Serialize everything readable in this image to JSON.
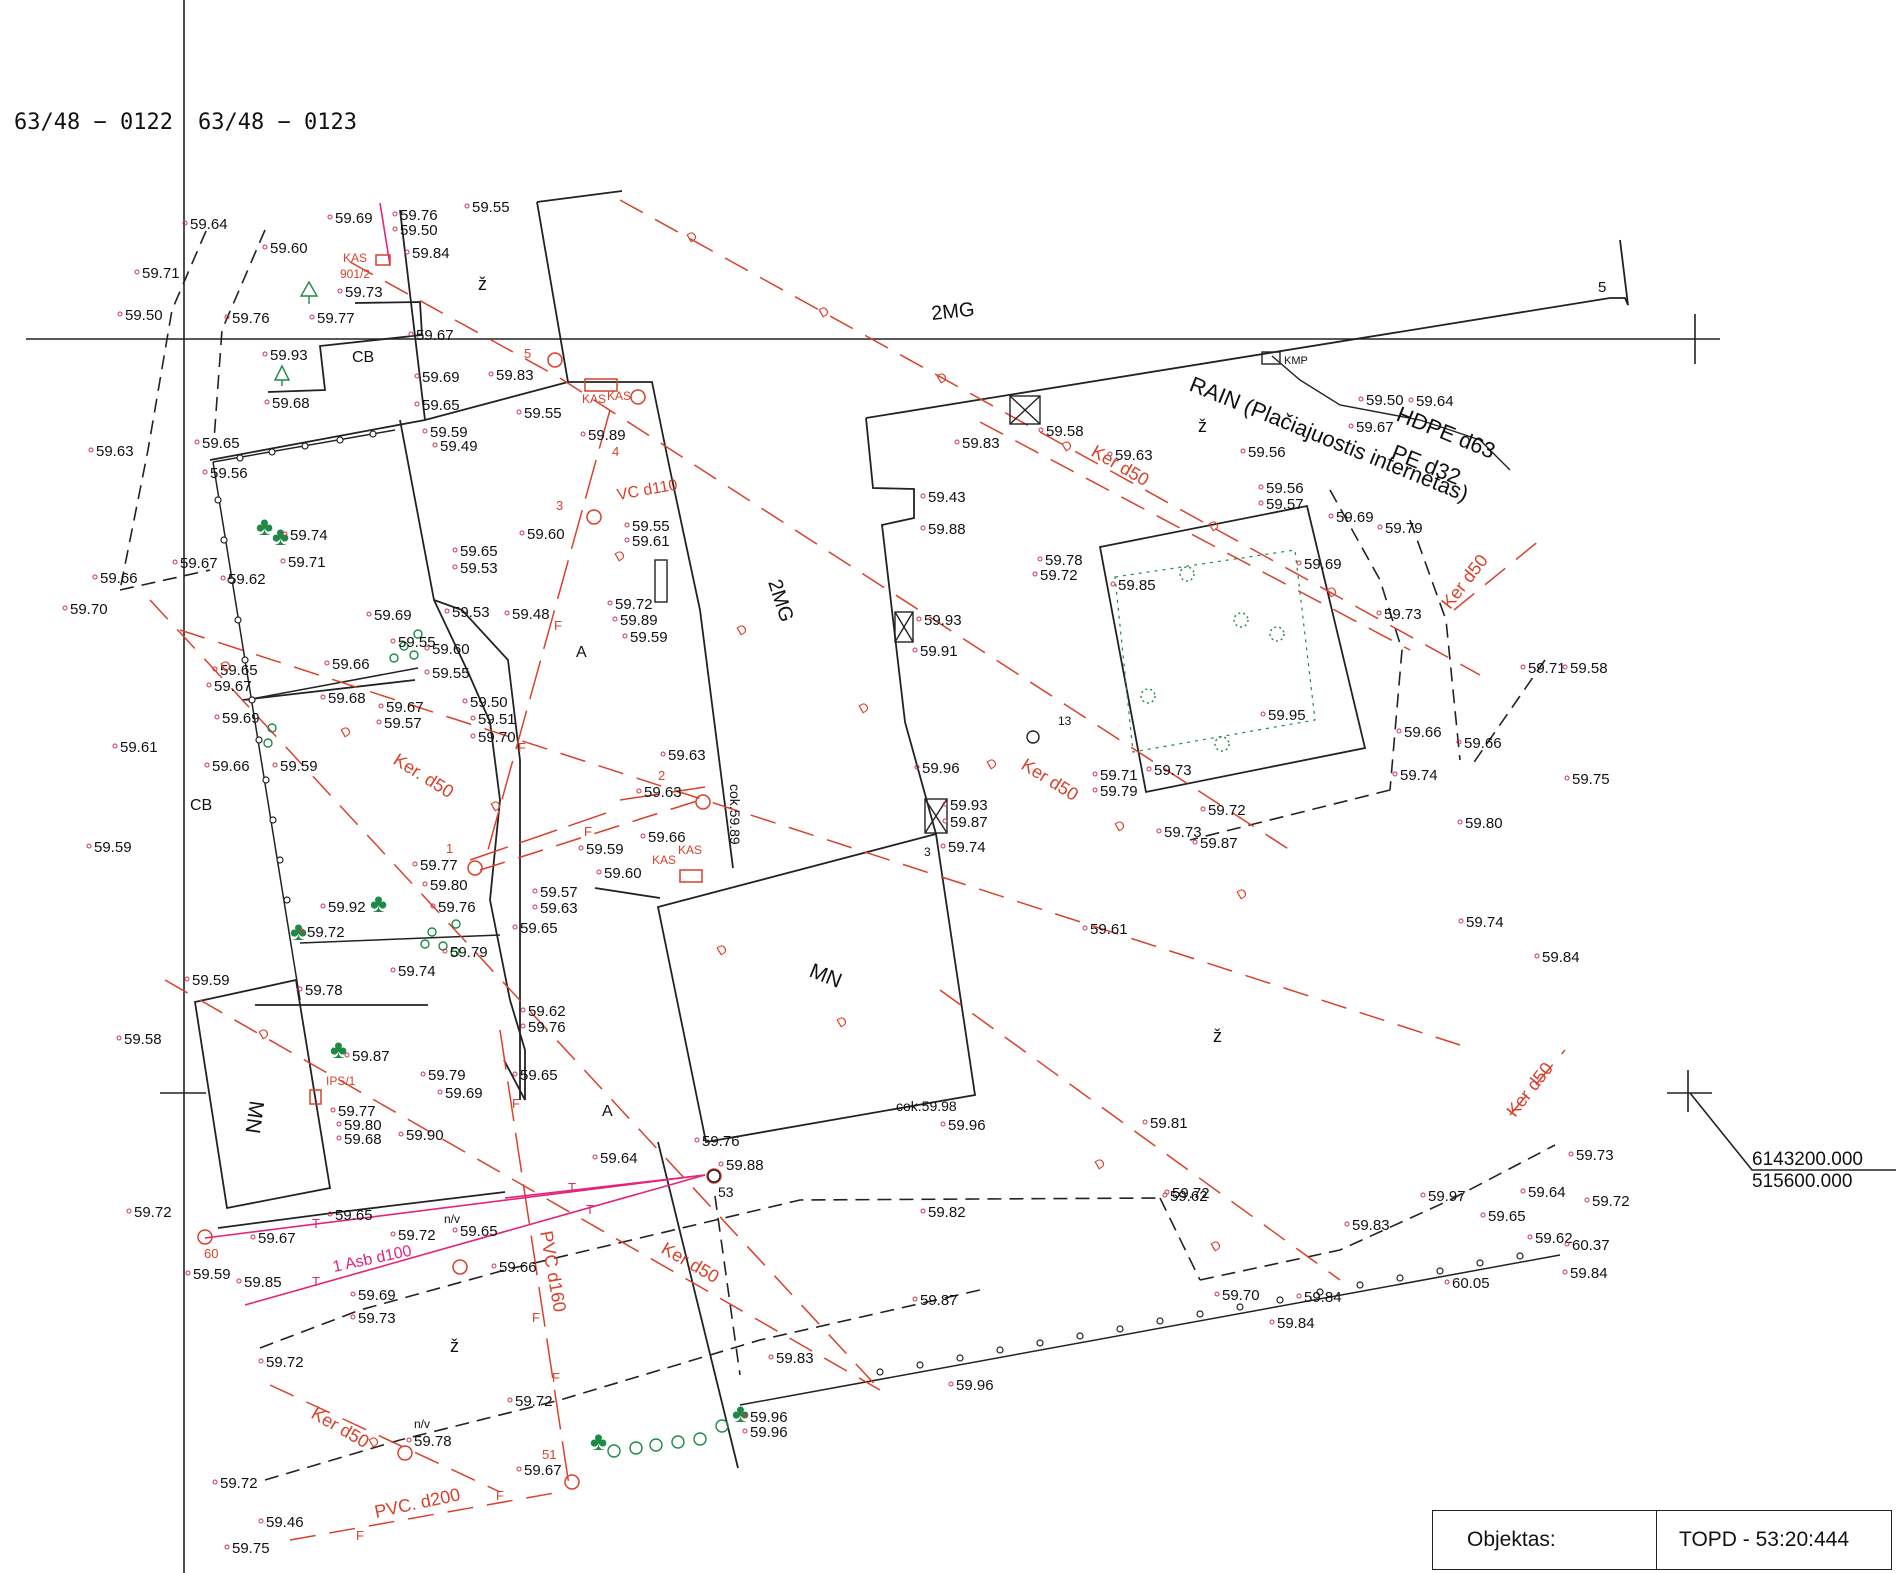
{
  "sheet": {
    "left_sheet": "63/48 − 0122",
    "right_sheet": "63/48 − 0123",
    "coords_north": "6143200.000",
    "coords_east": "515600.000"
  },
  "title_block": {
    "label": "Objektas:",
    "value": "TOPD - 53:20:444"
  },
  "colors": {
    "ink": "#222222",
    "utility_red": "#d9412b",
    "telecom_magenta": "#e2247a",
    "vegetation_green": "#1e8a45",
    "point_red": "#c8384a"
  },
  "feature_labels": {
    "road_2mg_top": "2MG",
    "road_2mg_mid": "2MG",
    "building_mn_main": "MN",
    "building_mn_left": "MN",
    "cb_top": "CB",
    "cb_left": "CB",
    "area_a_1": "A",
    "area_a_2": "A",
    "ker_d50": "Ker d50",
    "ker_dot_d50": "Ker. d50",
    "pvc_d160": "PVC d160",
    "pvc_d200": "PVC. d200",
    "vc_d110": "VC d110",
    "asb_d100": "1 Asb d100",
    "hdpe_d63": "HDPE d63",
    "pe_d32": "PE d32",
    "rain": "RAIN (Plačiajuostis internetas)",
    "kmp": "KMP",
    "kas": "KAS",
    "ips": "IPS/1",
    "node_901": "901/2",
    "cok_1": "cok.59.89",
    "cok_2": "cok.59.98"
  },
  "markers": {
    "d": "D",
    "f": "F",
    "t": "T",
    "z": "ž",
    "n1": "1",
    "n2": "2",
    "n3": "3",
    "n4": "4",
    "n5": "5",
    "n13": "13",
    "n51": "51",
    "n53": "53",
    "n60": "60",
    "nv": "n/v"
  },
  "elevations": [
    "59.76",
    "59.50",
    "59.69",
    "59.84",
    "59.73",
    "59.55",
    "59.64",
    "59.60",
    "59.71",
    "59.50",
    "59.76",
    "59.77",
    "59.67",
    "59.93",
    "59.69",
    "59.65",
    "59.83",
    "59.55",
    "59.68",
    "59.89",
    "59.63",
    "59.65",
    "59.56",
    "59.59",
    "59.49",
    "59.74",
    "59.71",
    "59.60",
    "59.55",
    "59.61",
    "59.66",
    "59.67",
    "59.62",
    "59.65",
    "59.53",
    "59.70",
    "59.69",
    "59.53",
    "59.48",
    "59.72",
    "59.89",
    "59.59",
    "59.55",
    "59.60",
    "59.55",
    "59.65",
    "59.67",
    "59.66",
    "59.68",
    "59.67",
    "59.57",
    "59.50",
    "59.51",
    "59.70",
    "59.69",
    "59.61",
    "59.66",
    "59.59",
    "59.63",
    "59.63",
    "59.77",
    "59.80",
    "59.59",
    "59.66",
    "59.60",
    "59.59",
    "59.57",
    "59.63",
    "59.65",
    "59.92",
    "59.76",
    "59.72",
    "59.79",
    "59.74",
    "59.59",
    "59.78",
    "59.62",
    "59.76",
    "59.58",
    "59.87",
    "59.79",
    "59.69",
    "59.65",
    "59.77",
    "59.80",
    "59.68",
    "59.90",
    "59.76",
    "59.88",
    "59.64",
    "59.72",
    "59.65",
    "59.67",
    "59.65",
    "59.72",
    "59.59",
    "59.85",
    "59.66",
    "59.69",
    "59.73",
    "59.72",
    "59.78",
    "59.72",
    "59.96",
    "59.96",
    "59.67",
    "59.72",
    "59.46",
    "59.75",
    "59.83",
    "59.82",
    "59.87",
    "59.96",
    "59.96",
    "59.81",
    "59.62",
    "59.83",
    "59.58",
    "59.43",
    "59.88",
    "59.93",
    "59.91",
    "59.96",
    "59.93",
    "59.87",
    "59.74",
    "59.61",
    "59.63",
    "59.56",
    "59.50",
    "59.64",
    "59.67",
    "59.56",
    "59.57",
    "59.69",
    "59.79",
    "59.78",
    "59.72",
    "59.85",
    "59.69",
    "59.73",
    "59.95",
    "59.71",
    "59.79",
    "59.73",
    "59.72",
    "59.73",
    "59.87",
    "59.66",
    "59.66",
    "59.74",
    "59.80",
    "59.71",
    "59.58",
    "59.75",
    "59.74",
    "59.84",
    "59.72",
    "59.83",
    "59.84",
    "59.70",
    "59.84",
    "60.05",
    "59.97",
    "59.65",
    "59.64",
    "59.72",
    "59.62",
    "60.37",
    "59.84",
    "59.73",
    "59.68"
  ]
}
